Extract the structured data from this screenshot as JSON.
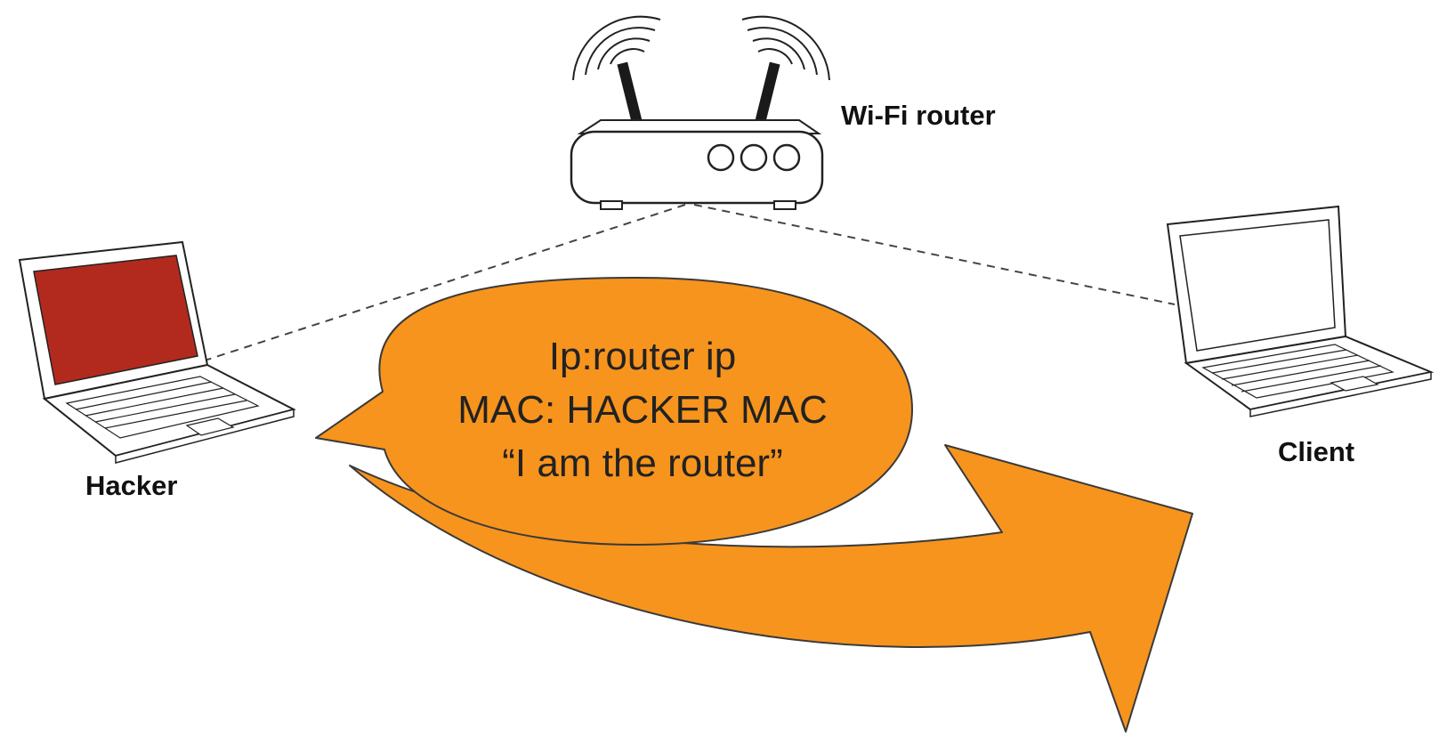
{
  "nodes": {
    "router": {
      "label": "Wi-Fi router"
    },
    "hacker": {
      "label": "Hacker"
    },
    "client": {
      "label": "Client"
    }
  },
  "message": {
    "line1": "Ip:router ip",
    "line2": "MAC: HACKER MAC",
    "line3": "“I am the router”"
  },
  "colors": {
    "accent": "#f7941d",
    "outline": "#3a3a3a",
    "hacker_screen": "#b22a1e",
    "client_screen": "#ffffff"
  },
  "icons": [
    "router-icon",
    "laptop-icon",
    "speech-bubble",
    "curved-arrow"
  ]
}
